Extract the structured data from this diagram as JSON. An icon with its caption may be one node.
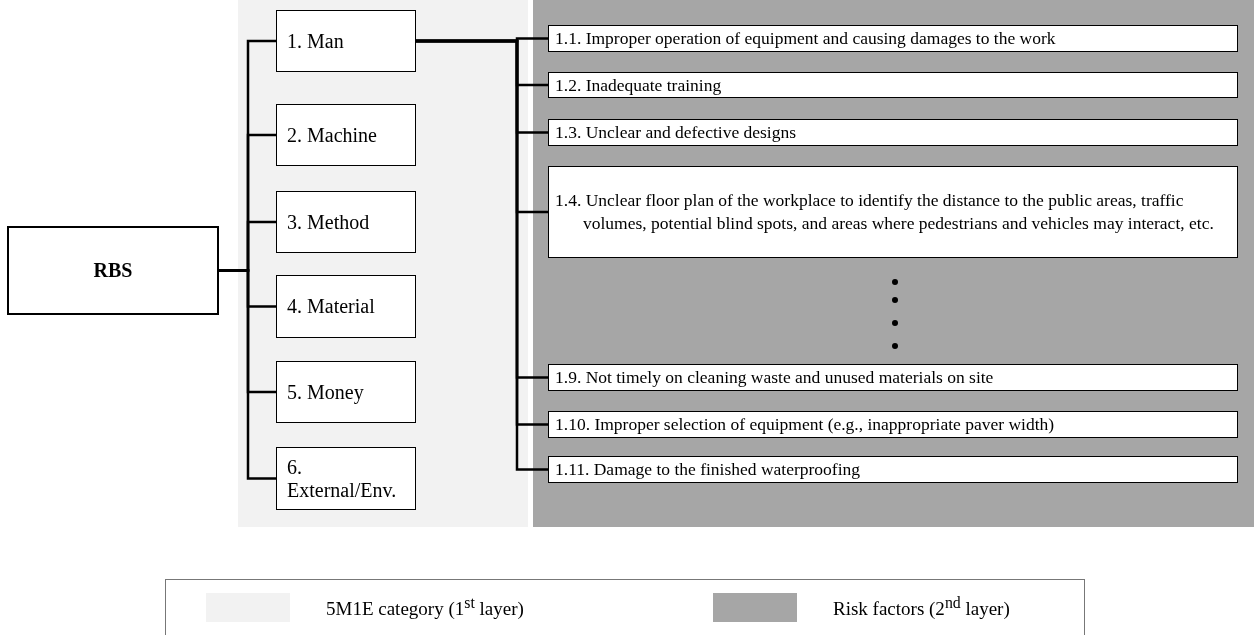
{
  "diagram": {
    "nodes": [
      {
        "text": [
          "RBS"
        ]
      },
      {
        "text": [
          "1. Man"
        ]
      },
      {
        "text": [
          "2. Machine"
        ]
      },
      {
        "text": [
          "3. Method"
        ]
      },
      {
        "text": [
          "4. Material"
        ]
      },
      {
        "text": [
          "5. Money"
        ]
      },
      {
        "text": [
          "6. External/Env."
        ]
      },
      {
        "text": [
          "1.1. Improper operation of equipment and causing damages to the work"
        ]
      },
      {
        "text": [
          "1.2. Inadequate training"
        ]
      },
      {
        "text": [
          "1.3. Unclear and defective designs"
        ]
      },
      {
        "text": [
          "1.4. Unclear floor plan of the workplace to identify the distance to the public areas, traffic volumes, potential blind spots, and areas where pedestrians and vehicles may interact, etc."
        ]
      },
      {
        "text": [
          "1.9. Not timely on cleaning waste and unused materials on site"
        ]
      },
      {
        "text": [
          "1.10. Improper selection of equipment (e.g., inappropriate paver width)"
        ]
      },
      {
        "text": [
          "1.11. Damage to the finished waterproofing"
        ]
      }
    ],
    "edges": [
      {
        "from": 0,
        "to": 1,
        "arrow": "none"
      },
      {
        "from": 0,
        "to": 2,
        "arrow": "none"
      },
      {
        "from": 0,
        "to": 3,
        "arrow": "none"
      },
      {
        "from": 0,
        "to": 4,
        "arrow": "none"
      },
      {
        "from": 0,
        "to": 5,
        "arrow": "none"
      },
      {
        "from": 0,
        "to": 6,
        "arrow": "none"
      },
      {
        "from": 1,
        "to": 7,
        "arrow": "none"
      },
      {
        "from": 1,
        "to": 8,
        "arrow": "none"
      },
      {
        "from": 1,
        "to": 9,
        "arrow": "none"
      },
      {
        "from": 1,
        "to": 10,
        "arrow": "none"
      },
      {
        "from": 1,
        "to": 11,
        "arrow": "none"
      },
      {
        "from": 1,
        "to": 12,
        "arrow": "none"
      },
      {
        "from": 1,
        "to": 13,
        "arrow": "none"
      }
    ],
    "legend": [
      {
        "text": "5M1E category (1$^{st}$ layer)",
        "color": "#f2f2f2"
      },
      {
        "text": "Risk factors (2$^{nd}$ layer)",
        "color": "#a6a6a6"
      }
    ]
  }
}
